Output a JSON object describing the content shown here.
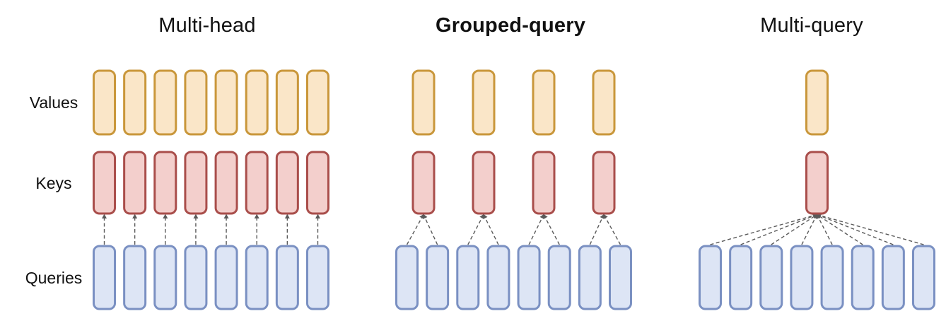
{
  "figure": {
    "description": "Attention mechanism comparison diagram (multi-head vs grouped-query vs multi-query)",
    "row_labels": [
      {
        "label": "Values"
      },
      {
        "label": "Keys"
      },
      {
        "label": "Queries"
      }
    ],
    "sections": [
      {
        "title": "Multi-head",
        "bold": false,
        "num_values": 8,
        "num_keys": 8,
        "num_queries": 8,
        "queries_per_key": 1
      },
      {
        "title": "Grouped-query",
        "bold": true,
        "num_values": 4,
        "num_keys": 4,
        "num_queries": 8,
        "queries_per_key": 2
      },
      {
        "title": "Multi-query",
        "bold": false,
        "num_values": 1,
        "num_keys": 1,
        "num_queries": 8,
        "queries_per_key": 8
      }
    ],
    "colors": {
      "values_fill": "#FAE6C8",
      "values_stroke": "#C9973B",
      "keys_fill": "#F3CFCC",
      "keys_stroke": "#A94E4B",
      "queries_fill": "#DDE5F5",
      "queries_stroke": "#7A90C2",
      "connector": "#5A5A5A",
      "background": "#FFFFFF",
      "text": "#111111"
    }
  }
}
